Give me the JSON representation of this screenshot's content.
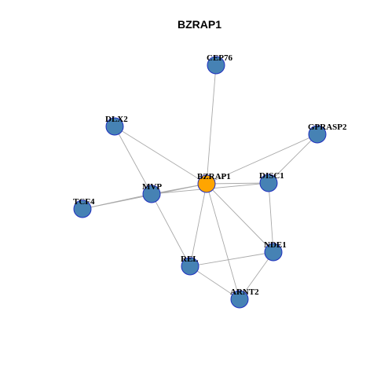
{
  "title": "BZRAP1",
  "colors": {
    "hub": "#FFA500",
    "node": "#4682B4",
    "node_border": "#1F2FBF",
    "edge": "#A9A9A9"
  },
  "nodes": [
    {
      "id": "CEP76",
      "label": "CEP76",
      "hub": false
    },
    {
      "id": "DLX2",
      "label": "DLX2",
      "hub": false
    },
    {
      "id": "GPRASP2",
      "label": "GPRASP2",
      "hub": false
    },
    {
      "id": "BZRAP1",
      "label": "BZRAP1",
      "hub": true
    },
    {
      "id": "DISC1",
      "label": "DISC1",
      "hub": false
    },
    {
      "id": "MVP",
      "label": "MVP",
      "hub": false
    },
    {
      "id": "TCF4",
      "label": "TCF4",
      "hub": false
    },
    {
      "id": "NDE1",
      "label": "NDE1",
      "hub": false
    },
    {
      "id": "REL",
      "label": "REL",
      "hub": false
    },
    {
      "id": "ARNT2",
      "label": "ARNT2",
      "hub": false
    }
  ],
  "edges": [
    [
      "CEP76",
      "BZRAP1"
    ],
    [
      "DLX2",
      "BZRAP1"
    ],
    [
      "DLX2",
      "MVP"
    ],
    [
      "GPRASP2",
      "BZRAP1"
    ],
    [
      "GPRASP2",
      "DISC1"
    ],
    [
      "BZRAP1",
      "DISC1"
    ],
    [
      "BZRAP1",
      "MVP"
    ],
    [
      "BZRAP1",
      "TCF4"
    ],
    [
      "BZRAP1",
      "NDE1"
    ],
    [
      "BZRAP1",
      "REL"
    ],
    [
      "BZRAP1",
      "ARNT2"
    ],
    [
      "MVP",
      "DISC1"
    ],
    [
      "MVP",
      "TCF4"
    ],
    [
      "MVP",
      "REL"
    ],
    [
      "DISC1",
      "NDE1"
    ],
    [
      "NDE1",
      "REL"
    ],
    [
      "NDE1",
      "ARNT2"
    ],
    [
      "REL",
      "ARNT2"
    ]
  ]
}
